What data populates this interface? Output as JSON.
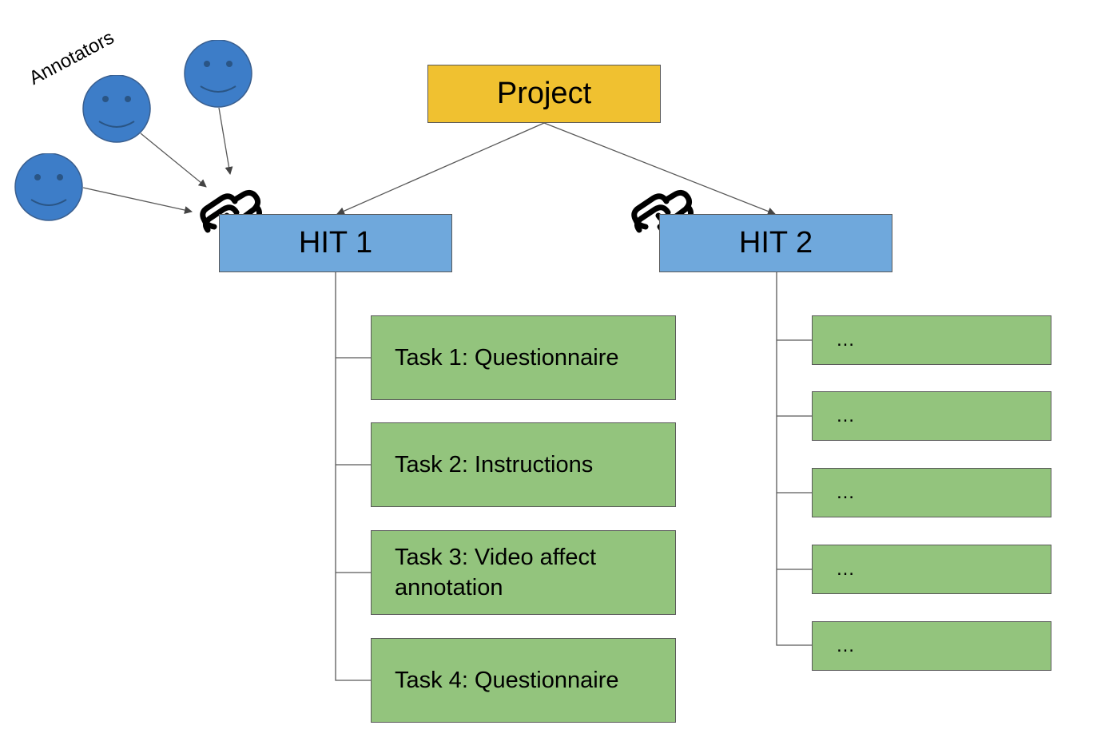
{
  "annotators": {
    "label": "Annotators",
    "count": 3
  },
  "project": {
    "label": "Project"
  },
  "hits": [
    {
      "label": "HIT 1"
    },
    {
      "label": "HIT 2"
    }
  ],
  "hit1_tasks": [
    {
      "label": "Task 1: Questionnaire"
    },
    {
      "label": "Task 2: Instructions"
    },
    {
      "label": "Task 3: Video affect annotation"
    },
    {
      "label": "Task 4: Questionnaire"
    }
  ],
  "hit2_tasks": [
    {
      "label": "…"
    },
    {
      "label": "…"
    },
    {
      "label": "…"
    },
    {
      "label": "…"
    },
    {
      "label": "…"
    }
  ],
  "icons": [
    "smiley-face-icon",
    "chain-link-icon"
  ],
  "colors": {
    "project": "#f0c130",
    "hit": "#6fa8dc",
    "task": "#93c47d",
    "annotator": "#3d7dc8"
  }
}
